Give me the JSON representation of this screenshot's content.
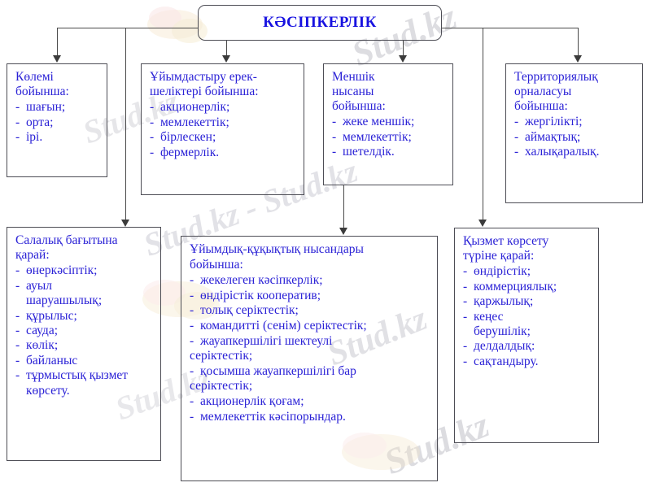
{
  "diagram": {
    "title": "КӘСІПКЕРЛІК",
    "accent_color": "#2a21d6",
    "line_color": "#4a4a4a",
    "box_border_color": "#4d4d55",
    "background": "#ffffff"
  },
  "watermarks": {
    "w1": "Stud.kz",
    "w2": "Stud.kz",
    "w3": "Stud.kz - Stud.kz",
    "w4": "Stud.kz",
    "w5": "Stud.kz",
    "w6": "Stud.kz"
  },
  "nodes": [
    {
      "id": "volume",
      "head": [
        "Көлемі",
        "бойынша:"
      ],
      "items": [
        "шағын;",
        "орта;",
        "ірі."
      ]
    },
    {
      "id": "organization",
      "head": [
        "Ұйымдастыру ерек-",
        "шеліктері бойынша:"
      ],
      "items": [
        "акционерлік;",
        "мемлекеттік;",
        "бірлескен;",
        "фермерлік."
      ]
    },
    {
      "id": "ownership",
      "head": [
        "Меншік",
        "нысаны",
        "бойынша:"
      ],
      "items": [
        "жеке меншік;",
        "мемлекеттік;",
        "шетелдік."
      ]
    },
    {
      "id": "territory",
      "head": [
        "Территориялық",
        "орналасуы",
        "бойынша:"
      ],
      "items": [
        "жергілікті;",
        "аймақтық;",
        "халықаралық."
      ]
    },
    {
      "id": "branch",
      "head": [
        "Салалық бағытына",
        "қарай:"
      ],
      "items": [
        "өнеркәсіптік;",
        "ауыл",
        "шаруашылық;",
        "құрылыс;",
        "сауда;",
        "көлік;",
        "байланыс",
        "тұрмыстық қызмет",
        "көрсету."
      ],
      "continuations": [
        2,
        8
      ]
    },
    {
      "id": "legal-form",
      "head": [
        "Ұйымдық-құқықтық нысандары",
        "бойынша:"
      ],
      "items": [
        "жекелеген кәсіпкерлік;",
        "өндірістік кооператив;",
        "толық серіктестік;",
        "командитті (сенім) серіктестік;",
        "жауапкершілігі шектеулі",
        "серіктестік;",
        "қосымша жауапкершілігі бар",
        "серіктестік;",
        "акционерлік қоғам;",
        "мемлекеттік кәсіпорындар."
      ],
      "continuations": [
        5,
        7
      ]
    },
    {
      "id": "service-type",
      "head": [
        "Қызмет көрсету",
        "түріне қарай:"
      ],
      "items": [
        "өндірістік;",
        "коммерциялық;",
        "қаржылық;",
        "кеңес",
        "берушілік;",
        "делдалдық:",
        "сақтандыру."
      ],
      "continuations": [
        4
      ]
    }
  ]
}
